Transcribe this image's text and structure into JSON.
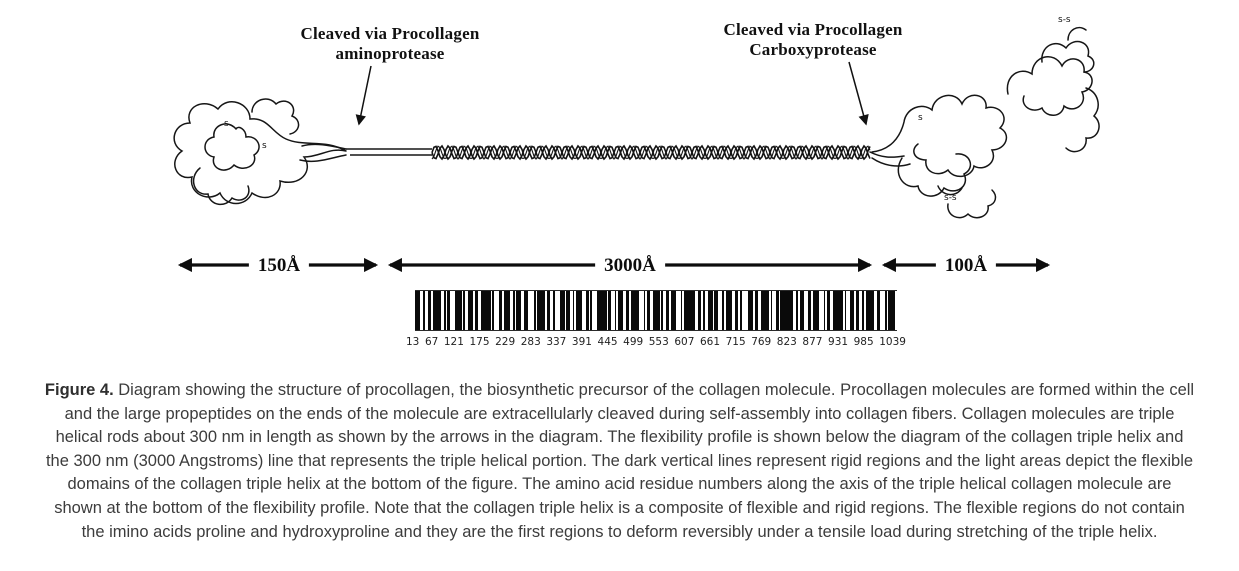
{
  "diagram": {
    "amino_label": {
      "line1": "Cleaved via Procollagen",
      "line2": "aminoprotease"
    },
    "carboxy_label": {
      "line1": "Cleaved via Procollagen",
      "line2": "Carboxyprotease"
    },
    "measurements": {
      "left": "150Å",
      "middle": "3000Å",
      "right": "100Å"
    },
    "marks": {
      "s1": "s",
      "s2": "s",
      "s3": "s-s",
      "s4": "s",
      "s5": "s-s"
    }
  },
  "flexibility_profile": {
    "ticks": [
      "13",
      "67",
      "121",
      "175",
      "229",
      "283",
      "337",
      "391",
      "445",
      "499",
      "553",
      "607",
      "661",
      "715",
      "769",
      "823",
      "877",
      "931",
      "985",
      "1039"
    ],
    "pattern": [
      3,
      2,
      1,
      2,
      2,
      1,
      5,
      2,
      1,
      1,
      2,
      3,
      4,
      1,
      1,
      2,
      3,
      1,
      2,
      2,
      6,
      1,
      1,
      3,
      2,
      1,
      4,
      2,
      1,
      1,
      3,
      2,
      2,
      4,
      1,
      1,
      5,
      1,
      2,
      2,
      1,
      3,
      3,
      1,
      2,
      2,
      1,
      1,
      4,
      2,
      2,
      1,
      1,
      3,
      6,
      1,
      2,
      2,
      1,
      1,
      3,
      2,
      2,
      1,
      5,
      3,
      1,
      1,
      2,
      2,
      4,
      1,
      1,
      2,
      2,
      1,
      3,
      3,
      1,
      1,
      7,
      2,
      2,
      1,
      1,
      2,
      3,
      1,
      2,
      3,
      1,
      1,
      4,
      2,
      2,
      1,
      1,
      4,
      3,
      1,
      2,
      2,
      5,
      1,
      1,
      2,
      2,
      1,
      8,
      2,
      1,
      1,
      3,
      2,
      2,
      1,
      4,
      3,
      1,
      1,
      2,
      2,
      6,
      1,
      1,
      2,
      3,
      1,
      2,
      2,
      1,
      1,
      5,
      2,
      2,
      3,
      1,
      1,
      4,
      1
    ]
  },
  "caption": {
    "label": "Figure 4.",
    "text": "Diagram showing the structure of procollagen, the biosynthetic precursor of the collagen molecule. Procollagen molecules are formed within the cell and the large propeptides on the ends of the molecule are extracellularly cleaved during self-assembly into collagen fibers. Collagen molecules are triple helical rods about 300 nm in length as shown by the arrows in the diagram. The flexibility profile is shown below the diagram of the collagen triple helix and the 300 nm (3000 Angstroms) line that represents the triple helical portion. The dark vertical lines represent rigid regions and the light areas depict the flexible domains of the collagen triple helix at the bottom of the figure. The amino acid residue numbers along the axis of the triple helical collagen molecule are shown at the bottom of the flexibility profile. Note that the collagen triple helix is a composite of flexible and rigid regions. The flexible regions do not contain the imino acids proline and hydroxyproline and they are the first regions to deform reversibly under a tensile load during stretching of the triple helix."
  }
}
